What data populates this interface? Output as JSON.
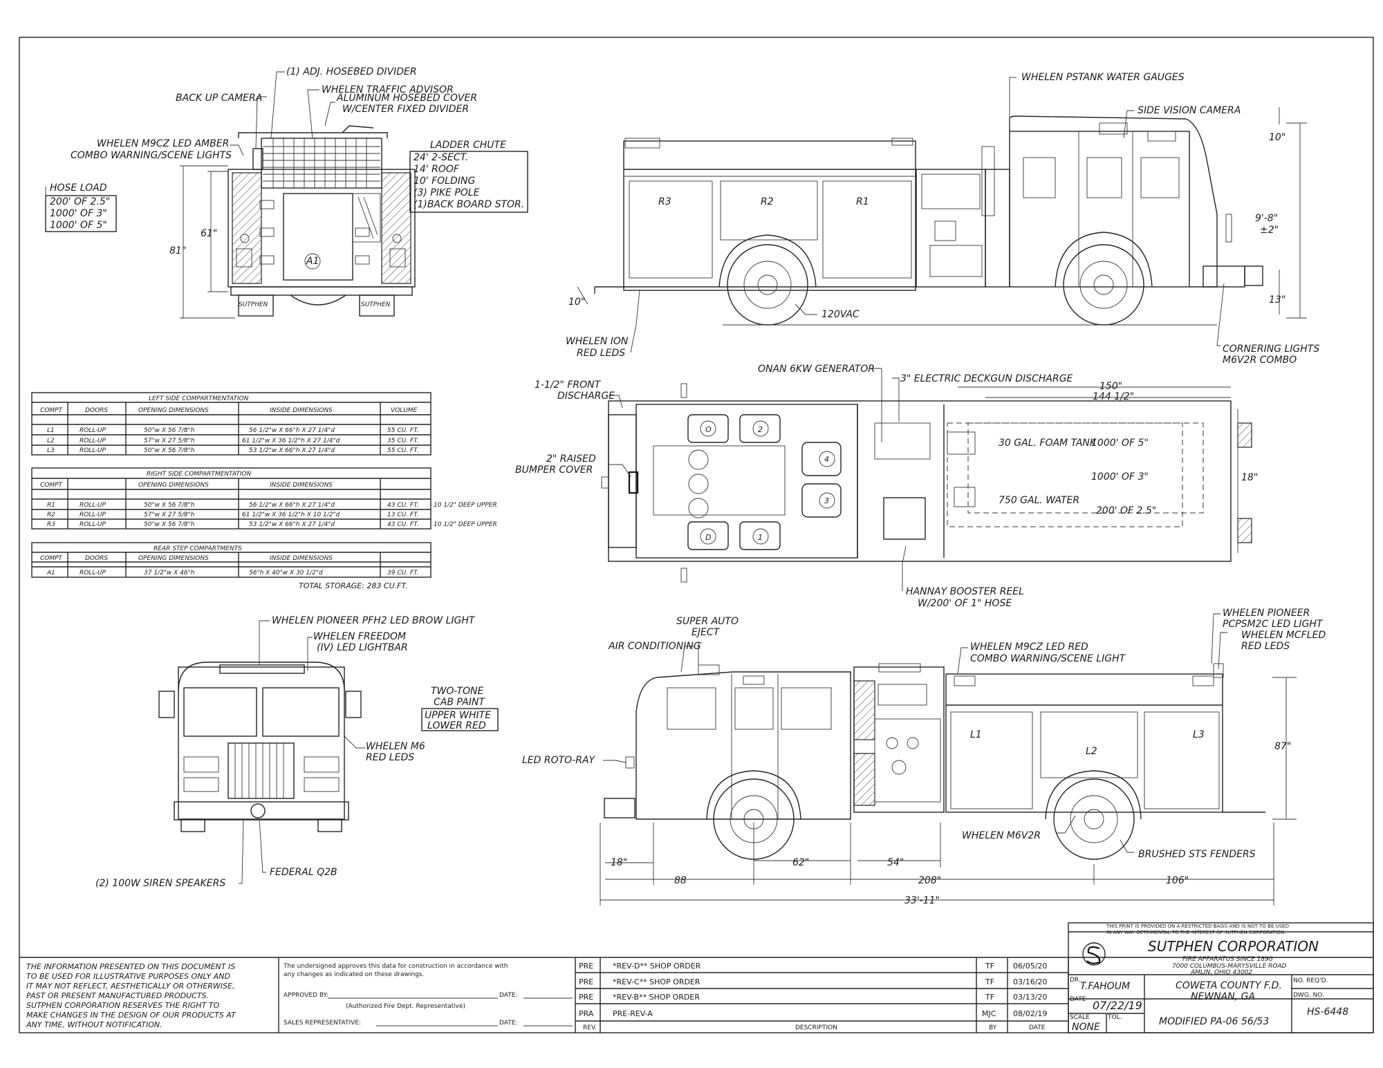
{
  "rear_view": {
    "labels": {
      "hosebed_divider": "(1) ADJ. HOSEBED DIVIDER",
      "traffic_advisor": "WHELEN TRAFFIC ADVISOR",
      "hosebed_cover": "ALUMINUM HOSEBED COVER",
      "center_divider": "W/CENTER FIXED DIVIDER",
      "backup_camera": "BACK UP CAMERA",
      "m9cz_amber_1": "WHELEN M9CZ LED AMBER",
      "m9cz_amber_2": "COMBO WARNING/SCENE LIGHTS",
      "dim_61": "61\"",
      "dim_81": "81\"",
      "compartment": "A1",
      "brand": "SUTPHEN"
    },
    "hose_load": {
      "title": "HOSE LOAD",
      "lines": [
        "200' OF 2.5\"",
        "1000' OF 3\"",
        "1000' OF 5\""
      ]
    },
    "ladder_chute": {
      "title": "LADDER CHUTE",
      "lines": [
        "24' 2-SECT.",
        "14' ROOF",
        "10' FOLDING",
        "(3) PIKE POLE",
        "(1)BACK BOARD STOR."
      ]
    }
  },
  "officer_side_view": {
    "labels": {
      "water_gauges": "WHELEN PSTANK WATER GAUGES",
      "side_camera": "SIDE VISION CAMERA",
      "dim_10_top": "10\"",
      "dim_height_1": "9'-8\"",
      "dim_height_2": "±2\"",
      "dim_13": "13\"",
      "dim_10_rear": "10\"",
      "vac": "120VAC",
      "ion_1": "WHELEN ION",
      "ion_2": "RED LEDS",
      "corner_1": "CORNERING LIGHTS",
      "corner_2": "M6V2R COMBO",
      "r1": "R1",
      "r2": "R2",
      "r3": "R3"
    }
  },
  "plan_view": {
    "labels": {
      "front_discharge_1": "1-1/2\" FRONT",
      "front_discharge_2": "DISCHARGE",
      "bumper_1": "2\" RAISED",
      "bumper_2": "BUMPER COVER",
      "generator": "ONAN 6KW GENERATOR",
      "deckgun": "3\" ELECTRIC DECKGUN DISCHARGE",
      "dim_150": "150\"",
      "dim_144": "144 1/2\"",
      "dim_18": "18\"",
      "foam": "30 GAL. FOAM TANK",
      "hose_5": "1000' OF 5\"",
      "hose_3": "1000' OF 3\"",
      "water": "750 GAL. WATER",
      "hose_25": "200' OF 2.5\"",
      "reel_1": "HANNAY BOOSTER REEL",
      "reel_2": "W/200' OF 1\" HOSE",
      "seat_o": "O",
      "seat_d": "D",
      "seat_1": "1",
      "seat_2": "2",
      "seat_3": "3",
      "seat_4": "4"
    }
  },
  "tables": {
    "left": {
      "title": "LEFT SIDE COMPARTMENTATION",
      "headers": [
        "COMPT",
        "DOORS",
        "OPENING DIMENSIONS",
        "INSIDE DIMENSIONS",
        "VOLUME"
      ],
      "rows": [
        [
          "L1",
          "ROLL-UP",
          "50\"w X 56 7/8\"h",
          "56 1/2\"w X 66\"h X 27 1/4\"d",
          "55 CU. FT."
        ],
        [
          "L2",
          "ROLL-UP",
          "57\"w X 27 5/8\"h",
          "61 1/2\"w X 36 1/2\"h X 27 1/4\"d",
          "35 CU. FT."
        ],
        [
          "L3",
          "ROLL-UP",
          "50\"w X 56 7/8\"h",
          "53 1/2\"w X 66\"h X 27 1/4\"d",
          "55 CU. FT."
        ]
      ]
    },
    "right": {
      "title": "RIGHT SIDE COMPARTMENTATION",
      "headers": [
        "COMPT",
        "",
        "OPENING DIMENSIONS",
        "INSIDE DIMENSIONS",
        ""
      ],
      "rows": [
        [
          "R1",
          "ROLL-UP",
          "50\"w X 56 7/8\"h",
          "56 1/2\"w X 66\"h X 27 1/4\"d",
          "43 CU. FT."
        ],
        [
          "R2",
          "ROLL-UP",
          "57\"w X 27 5/8\"h",
          "61 1/2\"w X 36 1/2\"h X 10 1/2\"d",
          "13 CU. FT."
        ],
        [
          "R3",
          "ROLL-UP",
          "50\"w X 56 7/8\"h",
          "53 1/2\"w X 66\"h X 27 1/4\"d",
          "43 CU. FT."
        ]
      ],
      "notes": [
        "10 1/2\" DEEP UPPER",
        "",
        "10 1/2\" DEEP UPPER"
      ]
    },
    "rear": {
      "title": "REAR STEP COMPARTMENTS",
      "headers": [
        "COMPT",
        "DOORS",
        "OPENING DIMENSIONS",
        "INSIDE DIMENSIONS",
        ""
      ],
      "rows": [
        [
          "A1",
          "ROLL-UP",
          "37 1/2\"w X 46\"h",
          "56\"h X 40\"w X 30 1/2\"d",
          "39 CU. FT."
        ]
      ]
    },
    "total": "TOTAL STORAGE: 283 CU.FT."
  },
  "front_view": {
    "labels": {
      "brow_light": "WHELEN PIONEER PFH2 LED BROW LIGHT",
      "freedom_1": "WHELEN FREEDOM",
      "freedom_2": "(IV) LED LIGHTBAR",
      "paint_1": "TWO-TONE",
      "paint_2": "CAB PAINT",
      "paint_3": "UPPER WHITE",
      "paint_4": "LOWER RED",
      "m6_1": "WHELEN M6",
      "m6_2": "RED LEDS",
      "speakers": "(2) 100W SIREN SPEAKERS",
      "q2b": "FEDERAL Q2B"
    }
  },
  "driver_side_view": {
    "labels": {
      "eject_1": "SUPER AUTO",
      "eject_2": "EJECT",
      "ac": "AIR CONDITIONING",
      "m9cz_red_1": "WHELEN M9CZ LED RED",
      "m9cz_red_2": "COMBO WARNING/SCENE LIGHT",
      "pioneer_1": "WHELEN PIONEER",
      "pioneer_2": "PCPSM2C LED LIGHT",
      "mcfled_1": "WHELEN MCFLED",
      "mcfled_2": "RED LEDS",
      "roto": "LED ROTO-RAY",
      "dim_87": "87\"",
      "m6v2r": "WHELEN M6V2R",
      "fenders": "BRUSHED STS FENDERS",
      "dim_18": "18\"",
      "dim_62": "62\"",
      "dim_54": "54\"",
      "dim_88": "88",
      "dim_208": "208\"",
      "dim_106": "106\"",
      "dim_overall": "33'-11\"",
      "l1": "L1",
      "l2": "L2",
      "l3": "L3"
    }
  },
  "title_block": {
    "disclaimer": [
      "THE INFORMATION PRESENTED ON THIS DOCUMENT IS",
      "TO BE USED FOR ILLUSTRATIVE PURPOSES ONLY AND",
      "IT MAY NOT REFLECT, AESTHETICALLY OR OTHERWISE,",
      "PAST OR PRESENT MANUFACTURED PRODUCTS.",
      "SUTPHEN CORPORATION RESERVES THE RIGHT TO",
      "MAKE CHANGES IN THE DESIGN OF OUR PRODUCTS AT",
      "ANY TIME, WITHOUT NOTIFICATION."
    ],
    "approval_1": "The undersigned approves this data for construction in accordance with",
    "approval_2": "any changes as indicated on these drawings.",
    "approved_by": "APPROVED BY:",
    "date_label": "DATE:",
    "authorized": "(Authorized Fire Dept. Representative)",
    "sales_rep": "SALES REPRESENTATIVE:",
    "revisions": [
      {
        "rev": "PRE",
        "desc": "*REV-D** SHOP ORDER",
        "by": "TF",
        "date": "06/05/20"
      },
      {
        "rev": "PRE",
        "desc": "*REV-C** SHOP ORDER",
        "by": "TF",
        "date": "03/16/20"
      },
      {
        "rev": "PRE",
        "desc": "*REV-B** SHOP ORDER",
        "by": "TF",
        "date": "03/13/20"
      },
      {
        "rev": "PRA",
        "desc": "PRE-REV-A",
        "by": "MJC",
        "date": "08/02/19"
      }
    ],
    "rev_headers": {
      "rev": "REV.",
      "desc": "DESCRIPTION",
      "by": "BY",
      "date": "DATE"
    },
    "notice_1": "THIS PRINT IS PROVIDED ON A RESTRICTED BASIS AND IS NOT TO BE USED",
    "notice_2": "IN ANY WAY DETRIMENTAL TO THE INTEREST OF SUTPHEN CORPORATION.",
    "company": "SUTPHEN CORPORATION",
    "tagline": "FIRE APPARATUS SINCE 1890",
    "address_1": "7000 COLUMBUS-MARYSVILLE ROAD",
    "address_2": "AMLIN, OHIO 43002",
    "dr_label": "DR.",
    "drawn_by": "T.FAHOUM",
    "date_caption": "DATE",
    "drawn_date": "07/22/19",
    "scale_label": "SCALE",
    "scale": "NONE",
    "tol_label": "TOL.",
    "customer_1": "COWETA COUNTY F.D.",
    "customer_2": "NEWNAN, GA",
    "model": "MODIFIED PA-06 56/53",
    "no_reqd": "NO. REQ'D.",
    "dwg_label": "DWG. NO.",
    "dwg_no": "HS-6448"
  }
}
